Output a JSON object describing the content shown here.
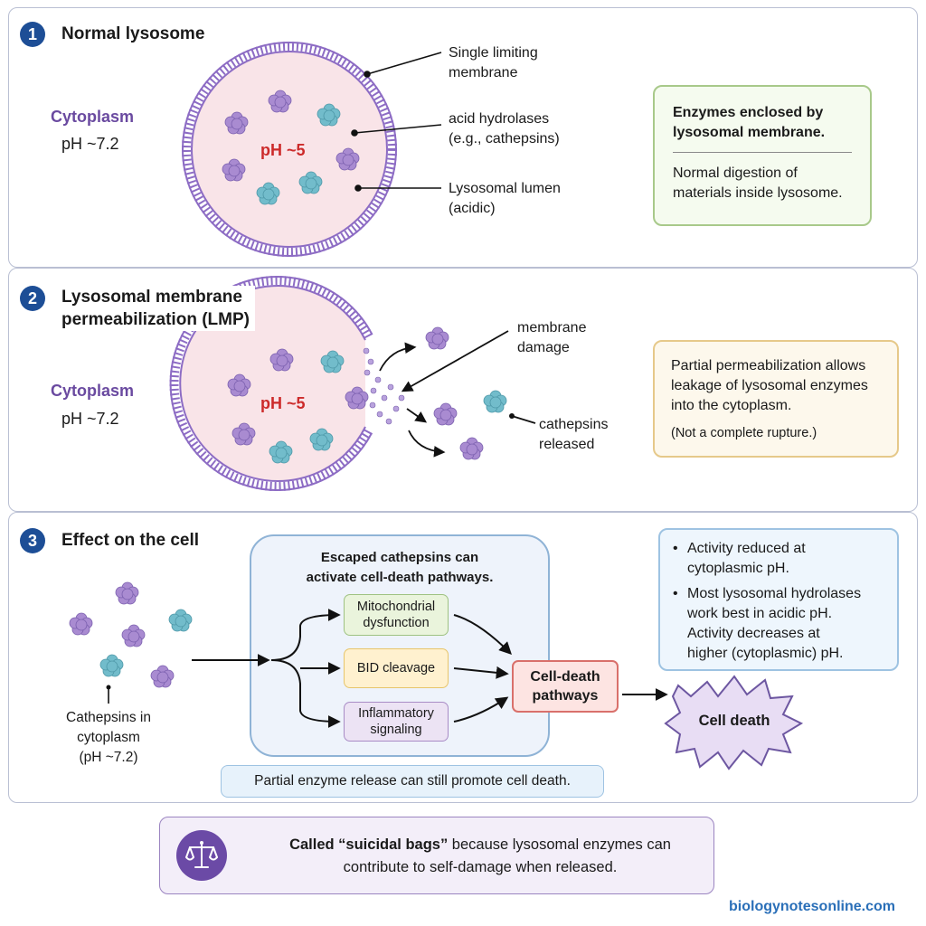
{
  "section1": {
    "number": "1",
    "title": "Normal lysosome",
    "cytoplasm_label": "Cytoplasm",
    "cytoplasm_ph": "pH ~7.2",
    "lumen_ph": "pH ~5",
    "labels": {
      "membrane": [
        "Single limiting",
        "membrane"
      ],
      "hydrolases": [
        "acid hydrolases",
        "(e.g., cathepsins)"
      ],
      "lumen": [
        "Lysosomal lumen",
        "(acidic)"
      ]
    },
    "note_title": [
      "Enzymes enclosed by",
      "lysosomal membrane."
    ],
    "note_body": [
      "Normal digestion of",
      "materials inside lysosome."
    ]
  },
  "section2": {
    "number": "2",
    "title": [
      "Lysosomal membrane",
      "permeabilization (LMP)"
    ],
    "cytoplasm_label": "Cytoplasm",
    "cytoplasm_ph": "pH ~7.2",
    "lumen_ph": "pH ~5",
    "labels": {
      "damage": [
        "membrane",
        "damage"
      ],
      "released": [
        "cathepsins",
        "released"
      ]
    },
    "note_body": [
      "Partial permeabilization allows",
      "leakage of lysosomal enzymes",
      "into the cytoplasm."
    ],
    "note_small": "(Not a complete rupture.)"
  },
  "section3": {
    "number": "3",
    "title": "Effect on the cell",
    "cathepsin_label": [
      "Cathepsins in",
      "cytoplasm",
      "(pH ~7.2)"
    ],
    "group_title": [
      "Escaped cathepsins can",
      "activate cell-death pathways."
    ],
    "pathways": {
      "mito": [
        "Mitochondrial",
        "dysfunction"
      ],
      "bid": "BID cleavage",
      "inflam": [
        "Inflammatory",
        "signaling"
      ],
      "death_pathways": [
        "Cell-death",
        "pathways"
      ]
    },
    "cell_death": "Cell death",
    "partial_release": "Partial  enzyme release can still promote cell death.",
    "bullets": [
      [
        "Activity reduced at",
        "cytoplasmic pH."
      ],
      [
        "Most lysosomal hydrolases",
        "work best in acidic pH.",
        "Activity decreases at",
        "higher (cytoplasmic) pH."
      ]
    ]
  },
  "banner": {
    "icon": "balance-scale-icon",
    "bold": "Called “suicidal bags”",
    "rest": " because lysosomal enzymes can",
    "line2": "contribute to self-damage when released."
  },
  "footer": {
    "site": "biologynotesonline.com"
  },
  "colors": {
    "membrane": "#8d6cc4",
    "lumen": "#f9e4e8",
    "enzyme_purple": "#a98bd1",
    "enzyme_teal": "#72bccb",
    "ph_red": "#cc2a2a",
    "number_badge": "#1d4e96"
  }
}
